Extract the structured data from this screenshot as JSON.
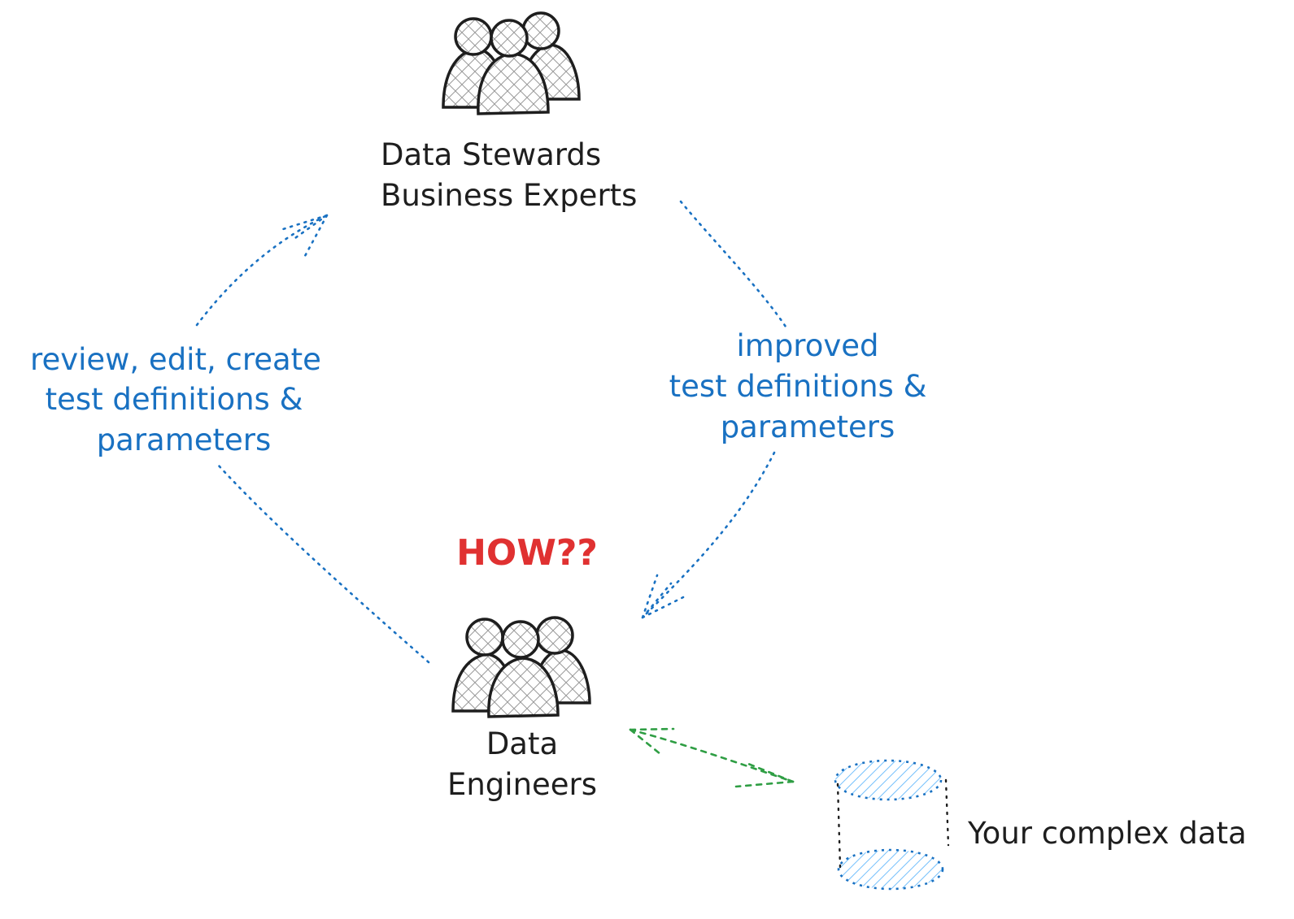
{
  "nodes": {
    "stewards": {
      "line1": "Data Stewards",
      "line2": "Business Experts"
    },
    "engineers": {
      "line1": "Data",
      "line2": "Engineers"
    },
    "data_store": {
      "label": "Your complex data"
    }
  },
  "edges": {
    "review": {
      "line1": "review, edit, create",
      "line2": "test definitions &",
      "line3": "parameters"
    },
    "improved": {
      "line1": "improved",
      "line2": "test definitions &",
      "line3": "parameters"
    }
  },
  "callout": {
    "text": "HOW??"
  },
  "colors": {
    "ink": "#1e1e1e",
    "blue": "#1971c2",
    "red": "#e03131",
    "green": "#2f9e44",
    "fill": "#dcdcdc"
  },
  "icons": {
    "stewards_group": "people-group-icon",
    "engineers_group": "people-group-icon",
    "database": "database-cylinder-icon"
  }
}
